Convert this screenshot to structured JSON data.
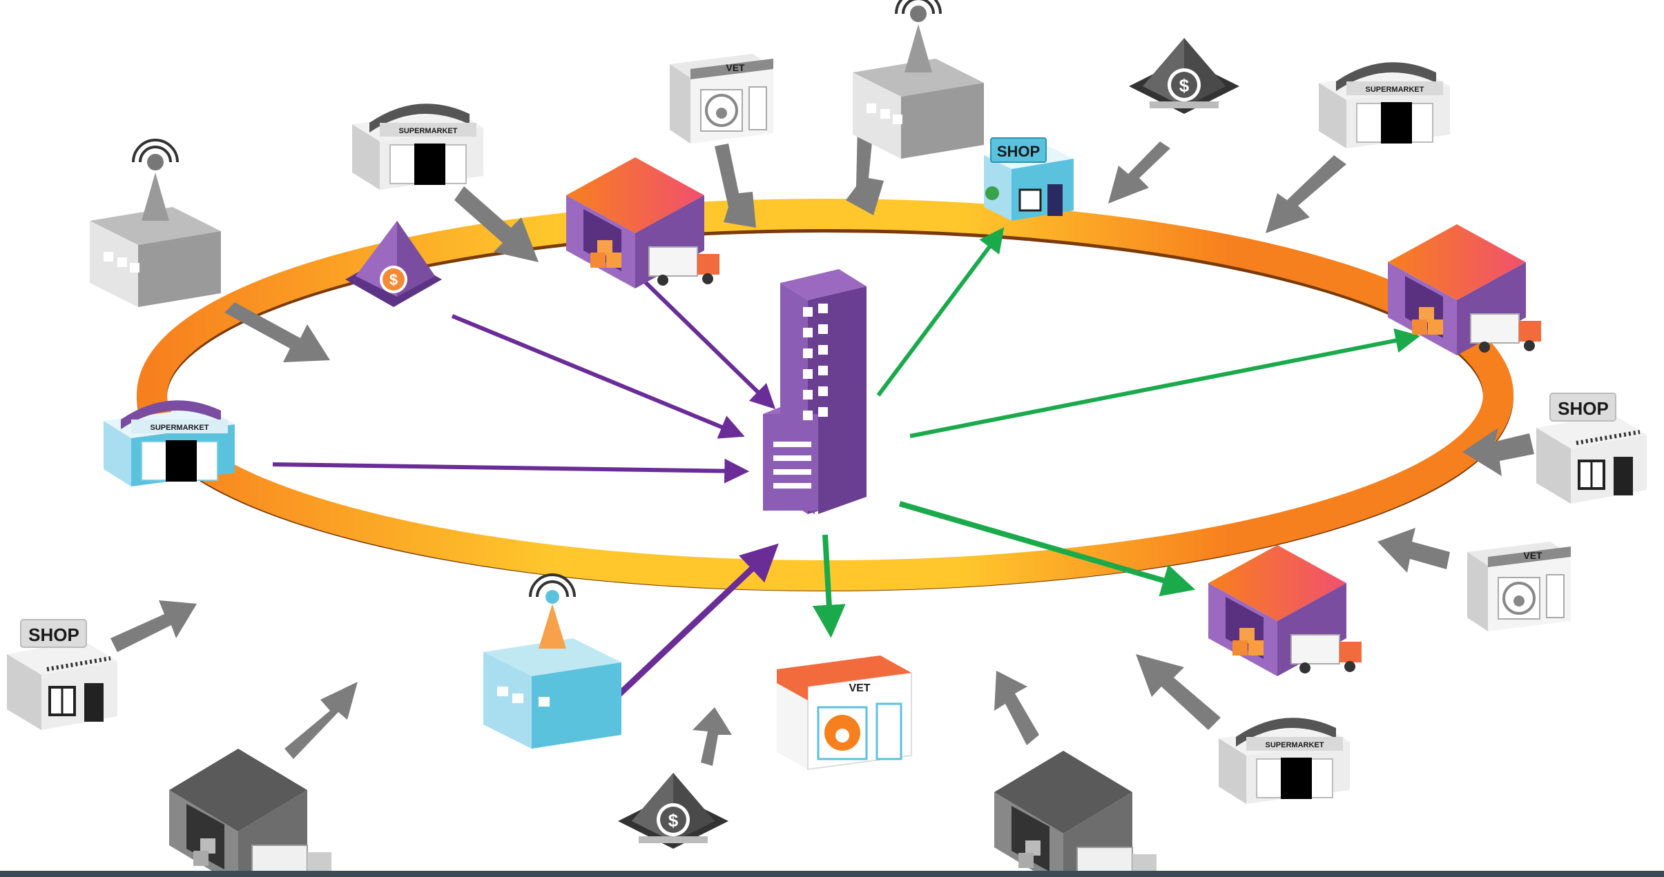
{
  "labels": {
    "shop": "SHOP",
    "supermarket": "SUPERMARKET",
    "vet": "VET",
    "currency": "$"
  },
  "colors": {
    "ring_light": "#ffc72c",
    "ring_dark": "#f7801e",
    "purple": "#7a4da0",
    "purple_arrow": "#6a2c96",
    "green_arrow": "#1aaa4b",
    "gray_arrow": "#7d7d7d",
    "teal": "#5bc2de",
    "orange_roof": "#f16b3c"
  },
  "diagram": {
    "hub": "purple-office-tower",
    "ring_nodes": [
      "bank",
      "warehouse",
      "shop",
      "warehouse",
      "warehouse",
      "vet",
      "antenna-building",
      "supermarket"
    ],
    "outer_nodes": [
      "antenna-building",
      "supermarket",
      "vet",
      "antenna-building",
      "bank",
      "supermarket",
      "shop",
      "vet",
      "supermarket",
      "warehouse",
      "bank",
      "warehouse",
      "shop"
    ]
  }
}
